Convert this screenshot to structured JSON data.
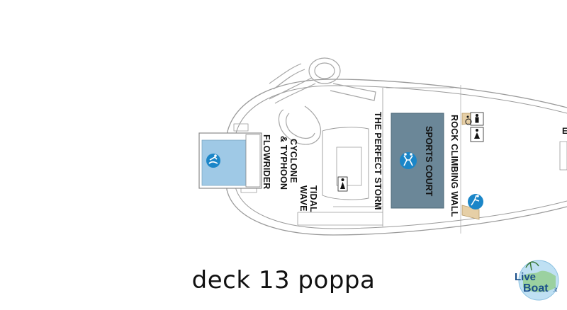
{
  "deck": {
    "caption": "deck 13 poppa",
    "areas": {
      "sports_court": "SPORTS COURT",
      "rock_climbing_wall": "ROCK CLIMBING WALL",
      "the_perfect_storm": "THE PERFECT STORM",
      "cyclone_typhoon_line1": "CYCLONE",
      "cyclone_typhoon_line2": "& TYPHOON",
      "flowrider": "FLOWRIDER",
      "tidal_wave_line1": "TIDAL",
      "tidal_wave_line2": "WAVE"
    },
    "edge_letter": "E"
  },
  "logo": {
    "line1": "Live",
    "line2": "Boat",
    "suffix": ".it"
  },
  "colors": {
    "sports_court_fill": "#6b8798",
    "flowrider_fill": "#9fc9e6",
    "icon_blue": "#1b86c8",
    "climbing_tan": "#e6cfa6",
    "hull_line": "#9a9a9a"
  },
  "icons": [
    "swimmer-icon",
    "sports-icon",
    "climbing-icon",
    "restroom-icon",
    "wheelchair-icon"
  ]
}
